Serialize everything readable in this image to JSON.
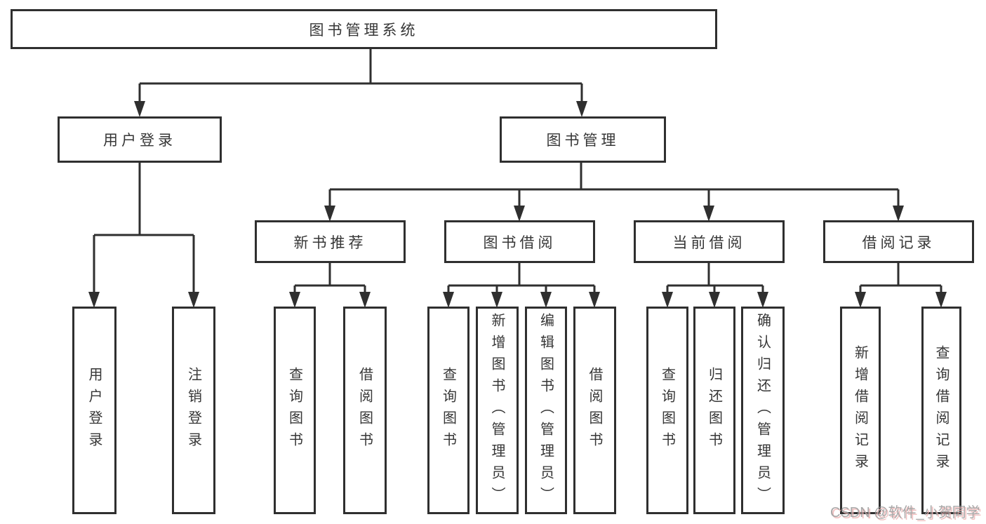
{
  "watermark": "CSDN @软件_小贺同学",
  "colors": {
    "line": "#2f2f2f",
    "box_border": "#2f2f2f",
    "box_background": "#ffffff",
    "text": "#363636",
    "watermark_gray": "#9a9a9a",
    "watermark_shadow_red": "#eeb4b4"
  },
  "tree": {
    "label": "图书管理系统",
    "children": [
      {
        "label": "用户登录",
        "children": [
          {
            "label": "用户登录"
          },
          {
            "label": "注销登录"
          }
        ]
      },
      {
        "label": "图书管理",
        "children": [
          {
            "label": "新书推荐",
            "children": [
              {
                "label": "查询图书"
              },
              {
                "label": "借阅图书"
              }
            ]
          },
          {
            "label": "图书借阅",
            "children": [
              {
                "label": "查询图书"
              },
              {
                "label": "新增图书（管理员）"
              },
              {
                "label": "编辑图书（管理员）"
              },
              {
                "label": "借阅图书"
              }
            ]
          },
          {
            "label": "当前借阅",
            "children": [
              {
                "label": "查询图书"
              },
              {
                "label": "归还图书"
              },
              {
                "label": "确认归还（管理员）"
              }
            ]
          },
          {
            "label": "借阅记录",
            "children": [
              {
                "label": "新增借阅记录"
              },
              {
                "label": "查询借阅记录"
              }
            ]
          }
        ]
      }
    ]
  }
}
